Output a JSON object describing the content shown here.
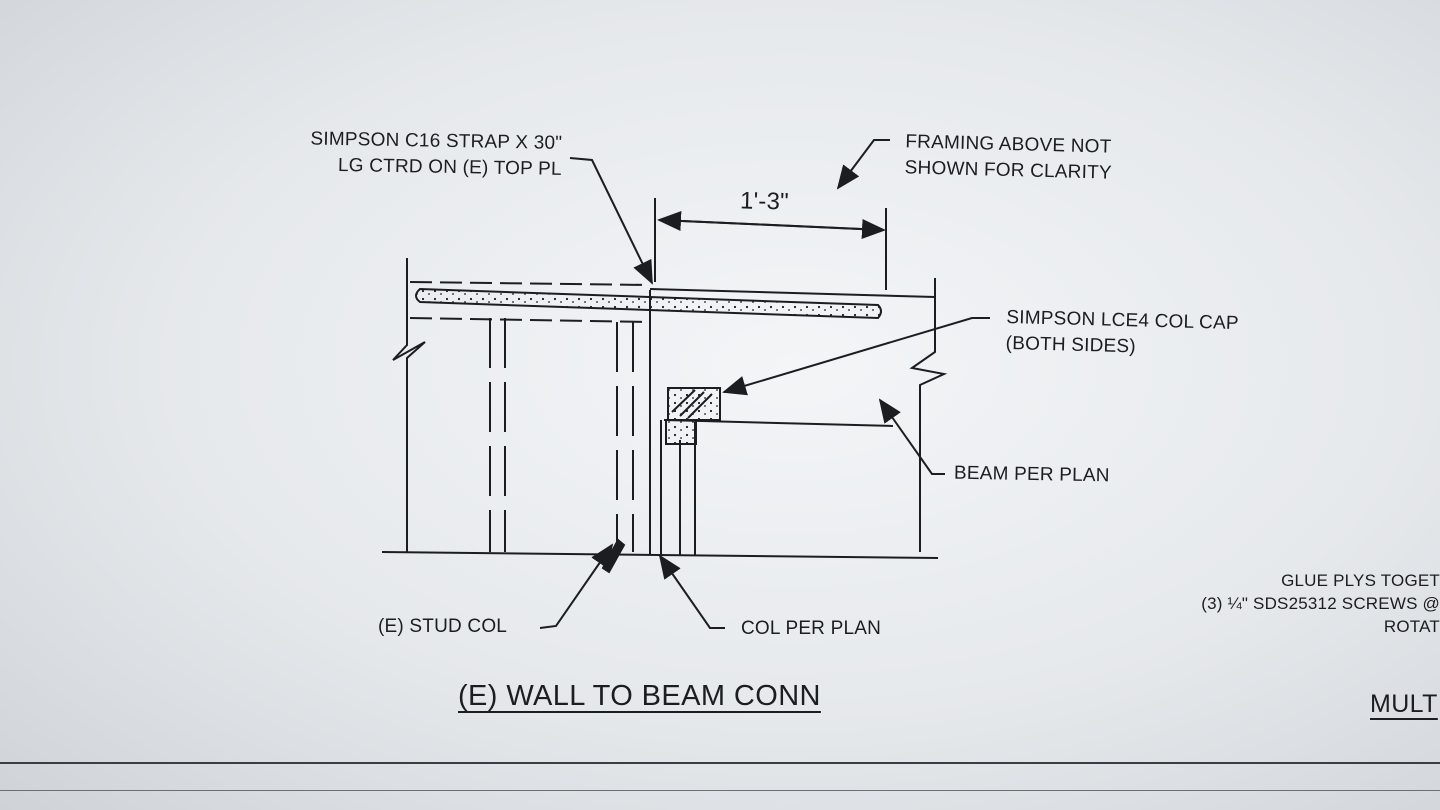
{
  "detail": {
    "title": "(E) WALL TO BEAM CONN",
    "dimension": "1'-3\"",
    "callouts": {
      "strap": [
        "SIMPSON C16 STRAP X 30\"",
        "LG CTRD ON (E) TOP PL"
      ],
      "framing": [
        "FRAMING ABOVE NOT",
        "SHOWN FOR CLARITY"
      ],
      "col_cap": [
        "SIMPSON LCE4 COL CAP",
        "(BOTH SIDES)"
      ],
      "beam": "BEAM PER PLAN",
      "stud_col": "(E) STUD COL",
      "col": "COL PER PLAN"
    }
  },
  "adjacent_detail": {
    "lines": [
      "GLUE PLYS TOGET",
      "(3) ¼\" SDS25312 SCREWS @",
      "ROTAT"
    ],
    "title": "MULT"
  },
  "colors": {
    "ink": "#1b1d20",
    "paper": "#eef0f2"
  }
}
